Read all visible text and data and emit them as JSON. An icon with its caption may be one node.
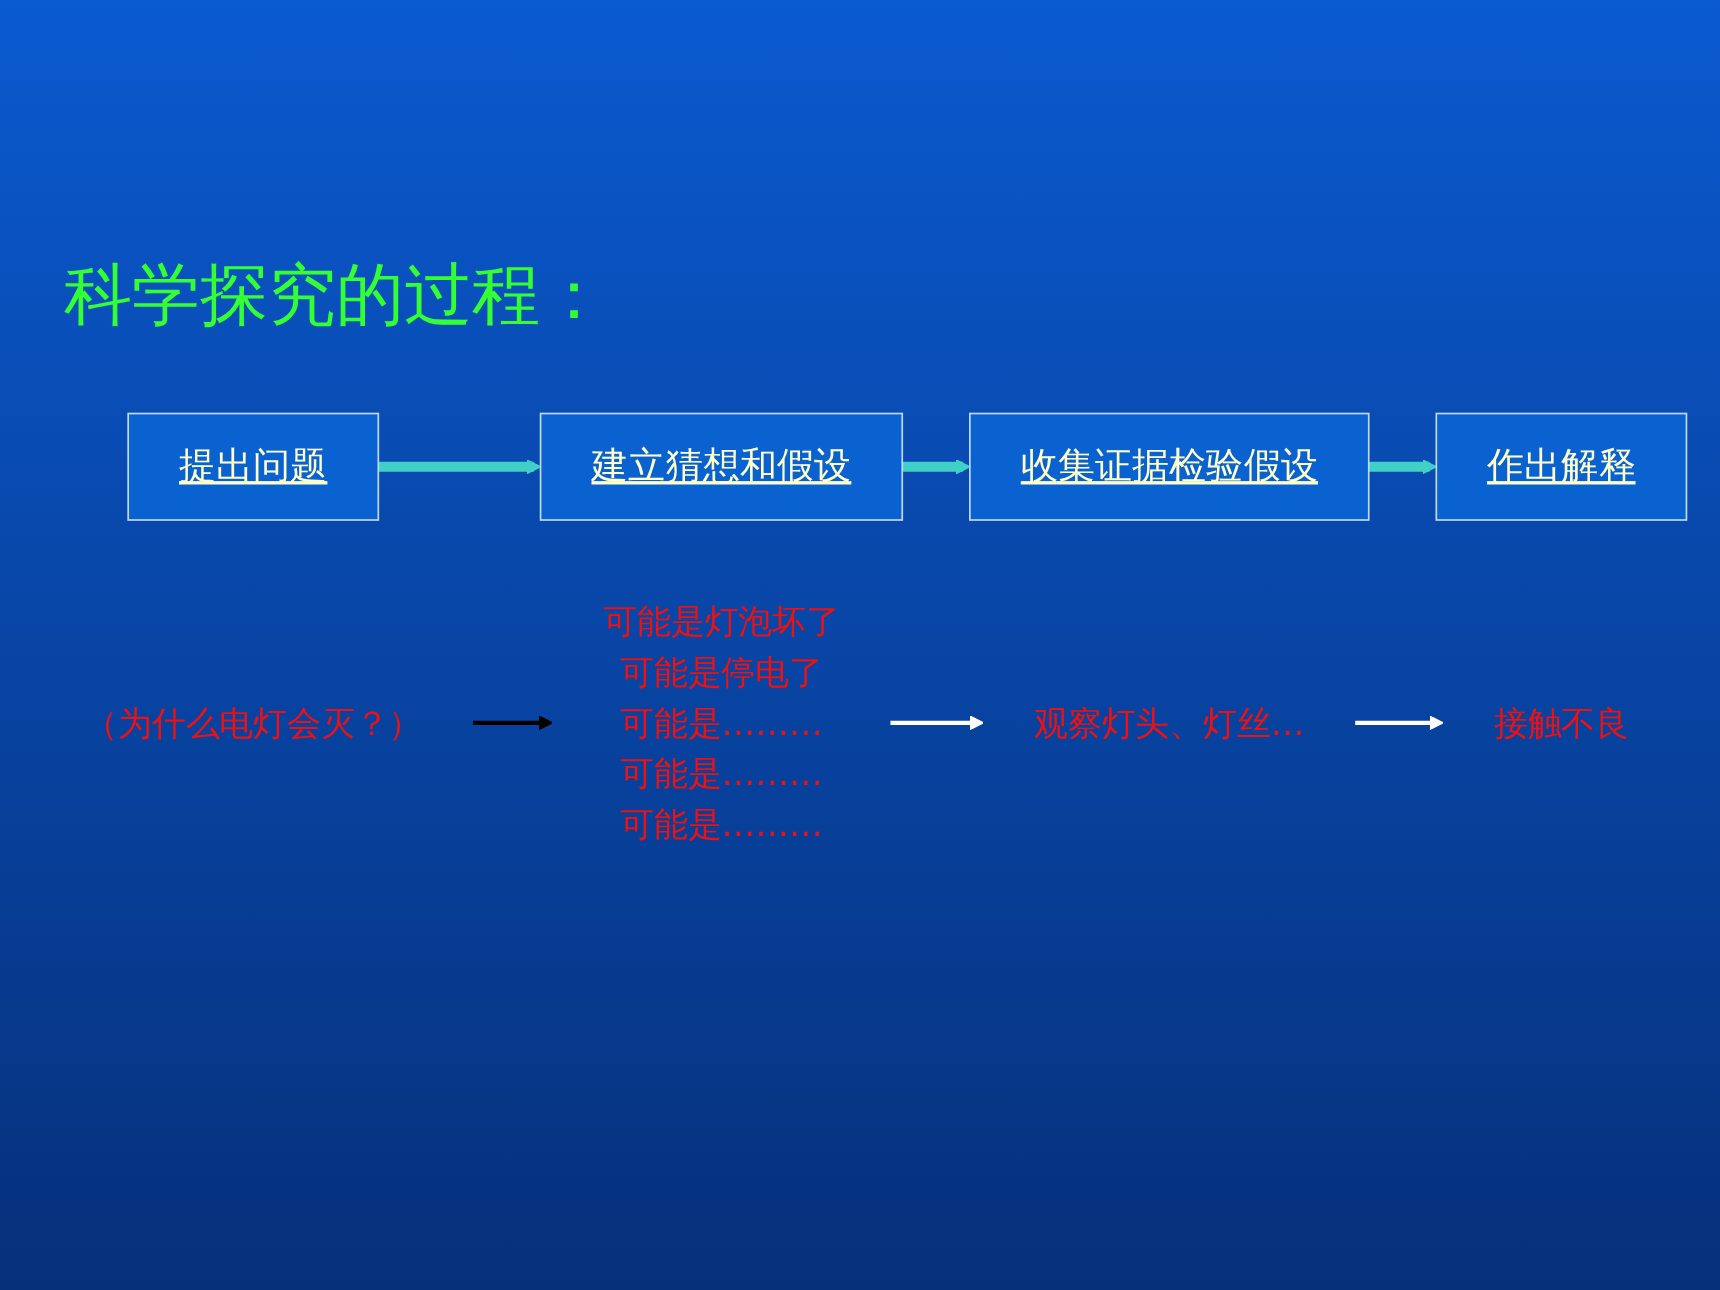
{
  "diagram": {
    "title": "科学探究的过程：",
    "nodes": [
      {
        "text": [
          "提出问题"
        ]
      },
      {
        "text": [
          "建立猜想和假设"
        ]
      },
      {
        "text": [
          "收集证据检验假设"
        ]
      },
      {
        "text": [
          "作出解释"
        ]
      },
      {
        "text": [
          "（为什么电灯会灭？）"
        ]
      },
      {
        "text": [
          "可能是灯泡坏了",
          "可能是停电了",
          "可能是………",
          "可能是………",
          "可能是………"
        ]
      },
      {
        "text": [
          "观察灯头、灯丝…"
        ]
      },
      {
        "text": [
          "接触不良"
        ]
      }
    ],
    "edges": [
      {
        "from": 0,
        "to": 1,
        "arrow": "to",
        "style": "thick"
      },
      {
        "from": 1,
        "to": 2,
        "arrow": "to",
        "style": "thick"
      },
      {
        "from": 2,
        "to": 3,
        "arrow": "to",
        "style": "thick"
      },
      {
        "from": 4,
        "to": 5,
        "arrow": "to",
        "color": "#000000"
      },
      {
        "from": 5,
        "to": 6,
        "arrow": "to",
        "color": "#ffffff"
      },
      {
        "from": 6,
        "to": 7,
        "arrow": "to",
        "color": "#ffffff"
      }
    ]
  }
}
